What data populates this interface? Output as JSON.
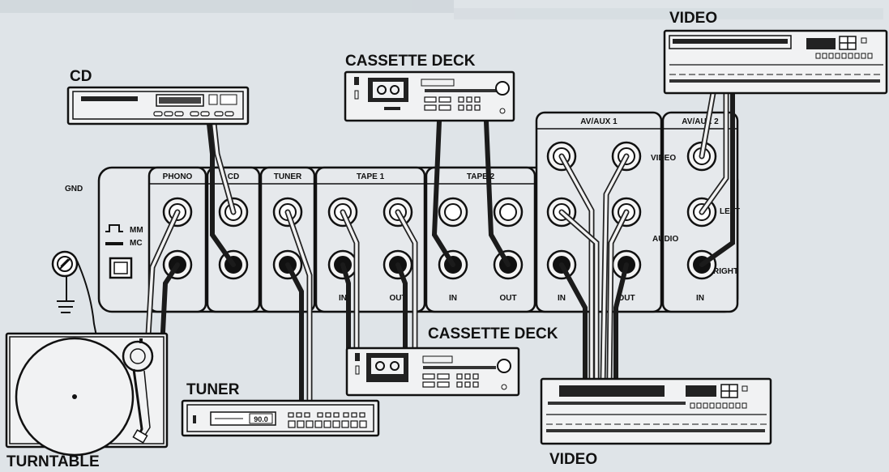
{
  "devices": {
    "cd": "CD",
    "cassette_top": "CASSETTE DECK",
    "video_top": "VIDEO",
    "cassette_bottom": "CASSETTE DECK",
    "tuner": "TUNER",
    "video_bottom": "VIDEO",
    "turntable": "TURNTABLE",
    "tuner_display": "90.0"
  },
  "panel": {
    "sections": {
      "phono": "PHONO",
      "cd": "CD",
      "tuner": "TUNER",
      "tape1": "TAPE 1",
      "tape2": "TAPE 2",
      "avaux1": "AV/AUX 1",
      "avaux2": "AV/AUX 2"
    },
    "gnd": "GND",
    "mm": "MM",
    "mc": "MC",
    "in": "IN",
    "out": "OUT",
    "video": "VIDEO",
    "audio": "AUDIO",
    "left": "LEFT",
    "right": "RIGHT"
  }
}
